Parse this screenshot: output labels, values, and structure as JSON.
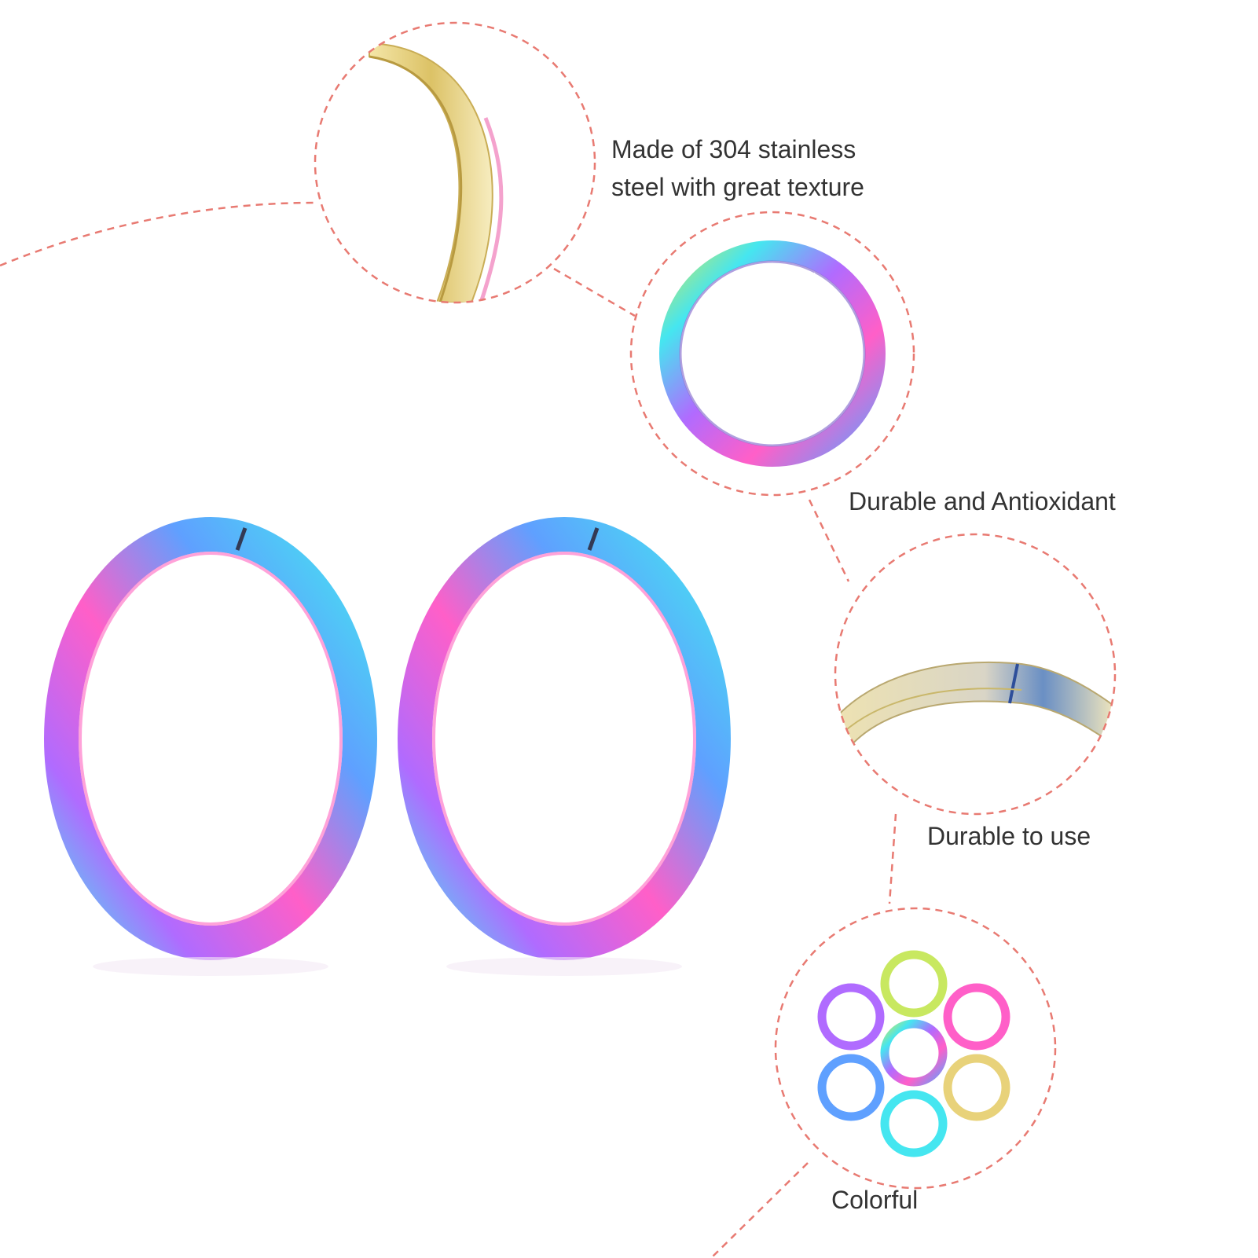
{
  "captions": {
    "material_line1": "Made of 304 stainless",
    "material_line2": "steel with great texture",
    "durable_antioxidant": "Durable and Antioxidant",
    "durable_to_use": "Durable to use",
    "colorful": "Colorful"
  },
  "colors": {
    "dashed_line": "#e87a72",
    "caption_text": "#333333",
    "background": "#ffffff",
    "rainbow": [
      "#ff5fc8",
      "#b06bff",
      "#5fa0ff",
      "#45e6f0",
      "#c8e860"
    ],
    "gold": "#e8d27a"
  },
  "icons": {
    "large_rings": "rainbow-split-ring-icon",
    "detail_steel": "gold-ring-edge-icon",
    "detail_single": "rainbow-split-ring-icon",
    "detail_gap": "split-gap-detail-icon",
    "detail_group": "ring-cluster-icon"
  }
}
